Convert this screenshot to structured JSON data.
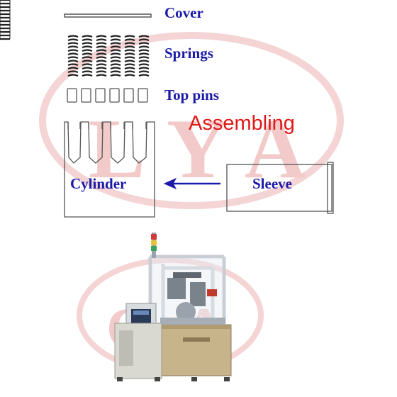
{
  "diagram": {
    "parts": {
      "cover": "Cover",
      "springs": "Springs",
      "top_pins": "Top pins",
      "cylinder": "Cylinder",
      "sleeve": "Sleeve"
    },
    "process_label": "Assembling",
    "pin_count": 6
  },
  "watermark": {
    "letters": [
      "L",
      "Y",
      "A"
    ],
    "lower_letters": [
      "C",
      "A"
    ],
    "color": "#f2caca"
  },
  "colors": {
    "label": "#1a1aa8",
    "accent": "#e01818",
    "arrow": "#1a1aa8",
    "outline": "#555555"
  },
  "machine": {
    "description_icon": "assembly-machine-photo"
  }
}
